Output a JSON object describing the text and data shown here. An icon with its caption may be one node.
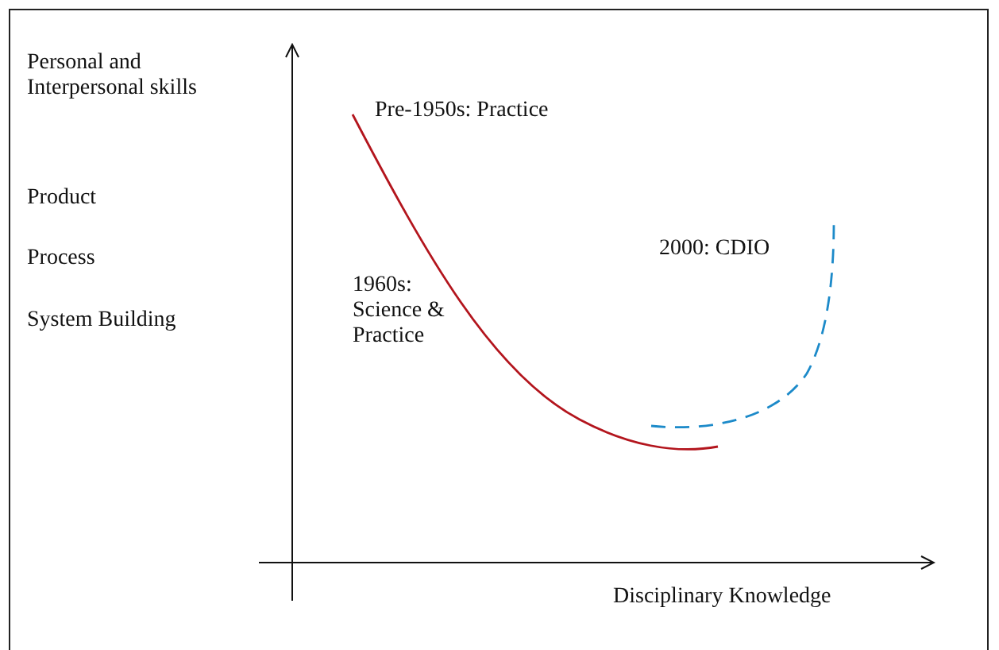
{
  "diagram": {
    "labels": [
      "Personal and Interpersonal skills",
      "Pre-1950s: Practice",
      "Product",
      "Process",
      "2000: CDIO",
      "1960s: Science & Practice",
      "System Building",
      "Disciplinary Knowledge"
    ]
  }
}
